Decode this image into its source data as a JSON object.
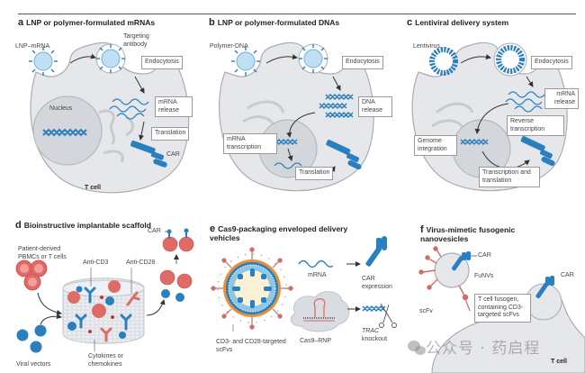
{
  "figure": {
    "panels": [
      {
        "letter": "a",
        "title": "LNP or polymer-formulated mRNAs",
        "labels": {
          "vector": "LNP–mRNA",
          "antibody": "Targeting antibody",
          "nucleus": "Nucleus",
          "cell": "T cell",
          "car": "CAR"
        },
        "boxes": [
          "Endocytosis",
          "mRNA release",
          "Translation"
        ]
      },
      {
        "letter": "b",
        "title": "LNP or polymer-formulated DNAs",
        "labels": {
          "vector": "Polymer-DNA"
        },
        "boxes": [
          "Endocytosis",
          "DNA release",
          "mRNA transcription",
          "Translation"
        ]
      },
      {
        "letter": "c",
        "title": "Lentiviral delivery system",
        "labels": {
          "vector": "Lentivirus"
        },
        "boxes": [
          "Endocytosis",
          "mRNA release",
          "Reverse transcription",
          "Genome integration",
          "Transcription and translation"
        ]
      },
      {
        "letter": "d",
        "title": "Bioinstructive implantable scaffold",
        "labels": {
          "cells": "Patient-derived PBMCs or T cells",
          "anti_cd3": "Anti-CD3",
          "anti_cd28": "Anti-CD28",
          "car": "CAR",
          "viral": "Viral vectors",
          "cytokines": "Cytokines or chemokines"
        }
      },
      {
        "letter": "e",
        "title": "Cas9-packaging enveloped delivery vehicles",
        "labels": {
          "scfv": "CD3- and CD28-targeted scFvs",
          "mrna": "mRNA",
          "car_expr": "CAR expression",
          "rnp": "Cas9–RNP",
          "trac": "TRAC",
          "knockout": "knockout"
        }
      },
      {
        "letter": "f",
        "title": "Virus-mimetic fusogenic nanovesicles",
        "labels": {
          "car": "CAR",
          "funvs": "FuNVs",
          "scfv": "scFv",
          "car2": "CAR",
          "cell": "T cell"
        },
        "boxes": [
          "T cell fusogen, containing CD3-targeted scFvs"
        ]
      }
    ],
    "watermark": "公众号 · 药启程"
  },
  "colors": {
    "blue": "#2a7fbf",
    "light_blue": "#8fc6e8",
    "cell_gray": "#e6e7ea",
    "cell_outline": "#a9adb3",
    "red": "#e06a66",
    "red_dark": "#c94a46",
    "orange": "#e8913a"
  }
}
